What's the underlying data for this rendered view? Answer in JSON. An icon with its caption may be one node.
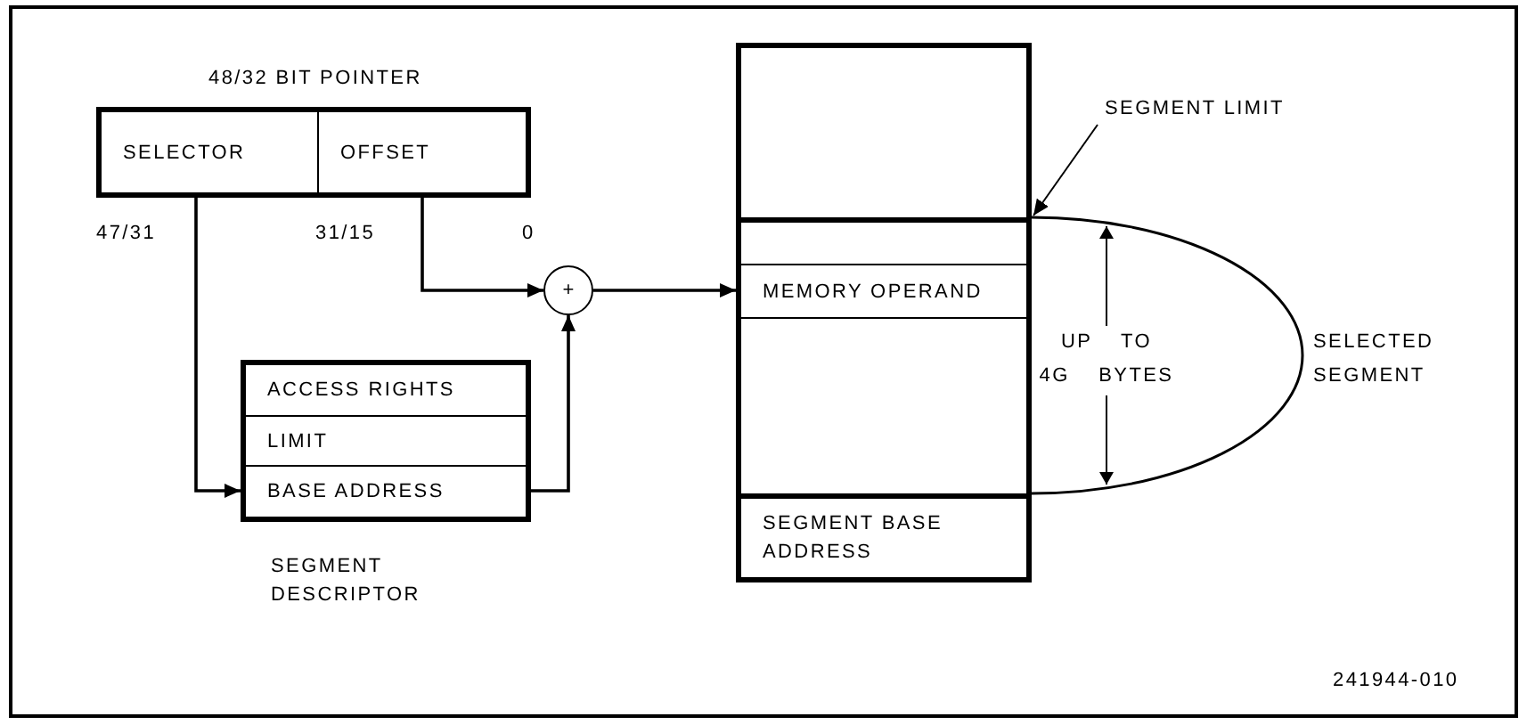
{
  "diagram": {
    "nodes": [
      {
        "text": [
          "48/32 BIT POINTER"
        ]
      },
      {
        "text": [
          "SELECTOR"
        ],
        "in": 0
      },
      {
        "text": [
          "OFFSET"
        ],
        "in": 0
      },
      {
        "text": [
          "SEGMENT DESCRIPTOR"
        ]
      },
      {
        "text": [
          "ACCESS RIGHTS"
        ],
        "in": 3
      },
      {
        "text": [
          "LIMIT"
        ],
        "in": 3
      },
      {
        "text": [
          "BASE ADDRESS"
        ],
        "in": 3
      },
      {
        "text": [
          "+"
        ]
      },
      {
        "text": [],
        "shape": "box"
      },
      {
        "text": [
          "MEMORY OPERAND"
        ],
        "in": 8
      },
      {
        "text": [
          "SEGMENT BASE ADDRESS"
        ],
        "in": 8
      },
      {
        "text": [
          "SEGMENT LIMIT"
        ]
      }
    ],
    "edges": [
      {
        "from": 1,
        "to": 6,
        "arrow": "to"
      },
      {
        "from": 2,
        "to": 7,
        "arrow": "to"
      },
      {
        "from": 6,
        "to": 7,
        "arrow": "to"
      },
      {
        "from": 7,
        "to": 9,
        "arrow": "to"
      },
      {
        "from": 11,
        "to": 8,
        "arrow": "to"
      }
    ],
    "labels": [
      "47/31",
      "31/15",
      "0",
      "UP TO 4G BYTES",
      "SELECTED SEGMENT",
      "241944-010"
    ]
  }
}
